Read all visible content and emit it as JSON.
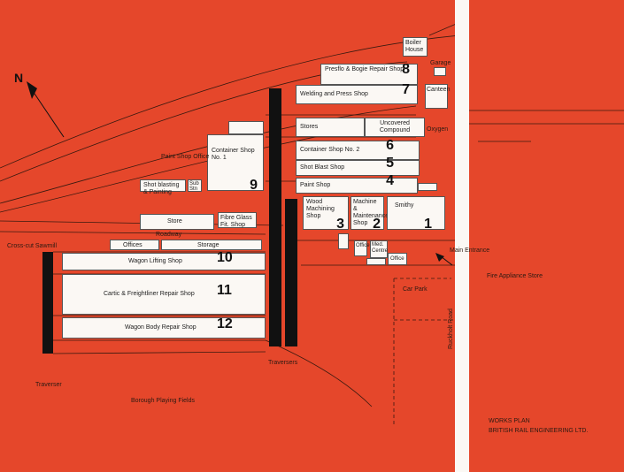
{
  "map": {
    "north_label": "N",
    "road_name": "Ruckholt Road",
    "title_line1": "WORKS PLAN",
    "title_line2": "BRITISH RAIL ENGINEERING LTD.",
    "labels": {
      "boiler_house": "Boiler House",
      "garage": "Garage",
      "canteen": "Canteen",
      "oxygen": "Oxygen",
      "stores": "Stores",
      "uncovered_compound": "Uncovered Compound",
      "paint_shop_office": "Paint Shop Office",
      "shot_blasting": "Shot blasting & Painting",
      "sub_stn": "Sub Stn",
      "store": "Store",
      "fibre_glass": "Fibre Glass Fit. Shop",
      "roadway": "Roadway",
      "offices": "Offices",
      "storage": "Storage",
      "cross_cut": "Cross-cut Sawmill",
      "office_a": "Office",
      "med_centre": "Med. Centre",
      "office_b": "Office",
      "main_entrance": "Main Entrance",
      "fire_appliance": "Fire Appliance Store",
      "car_park": "Car Park",
      "traverser_left": "Traverser",
      "traversers": "Traversers",
      "playing_fields": "Borough Playing Fields"
    },
    "shops": [
      {
        "num": "1",
        "name": "Smithy"
      },
      {
        "num": "2",
        "name": "Machine & Maintenance Shop"
      },
      {
        "num": "3",
        "name": "Wood Machining Shop"
      },
      {
        "num": "4",
        "name": "Paint Shop"
      },
      {
        "num": "5",
        "name": "Shot Blast Shop"
      },
      {
        "num": "6",
        "name": "Container Shop No. 2"
      },
      {
        "num": "7",
        "name": "Welding and Press Shop"
      },
      {
        "num": "8",
        "name": "Presflo & Bogie Repair Shop"
      },
      {
        "num": "9",
        "name": "Container Shop No. 1"
      },
      {
        "num": "10",
        "name": "Wagon Lifting Shop"
      },
      {
        "num": "11",
        "name": "Cartic & Freightliner Repair Shop"
      },
      {
        "num": "12",
        "name": "Wagon Body Repair Shop"
      }
    ],
    "colors": {
      "background": "#e5472b",
      "building": "#fbf8f4",
      "traverser": "#111111"
    }
  }
}
